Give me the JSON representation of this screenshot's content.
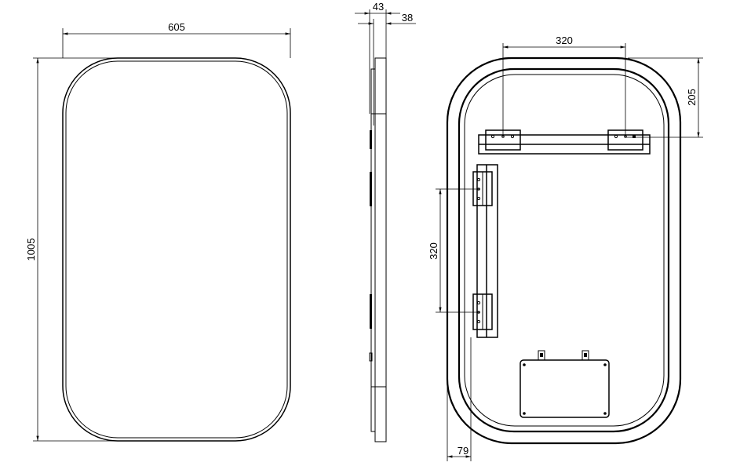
{
  "drawing": {
    "front_view": {
      "width_label": "605",
      "height_label": "1005"
    },
    "side_view": {
      "depth_total_label": "43",
      "depth_frame_label": "38"
    },
    "back_view": {
      "bracket_spacing_horizontal_label": "320",
      "bracket_offset_top_label": "205",
      "bracket_spacing_vertical_label": "320",
      "edge_offset_label": "79"
    }
  }
}
